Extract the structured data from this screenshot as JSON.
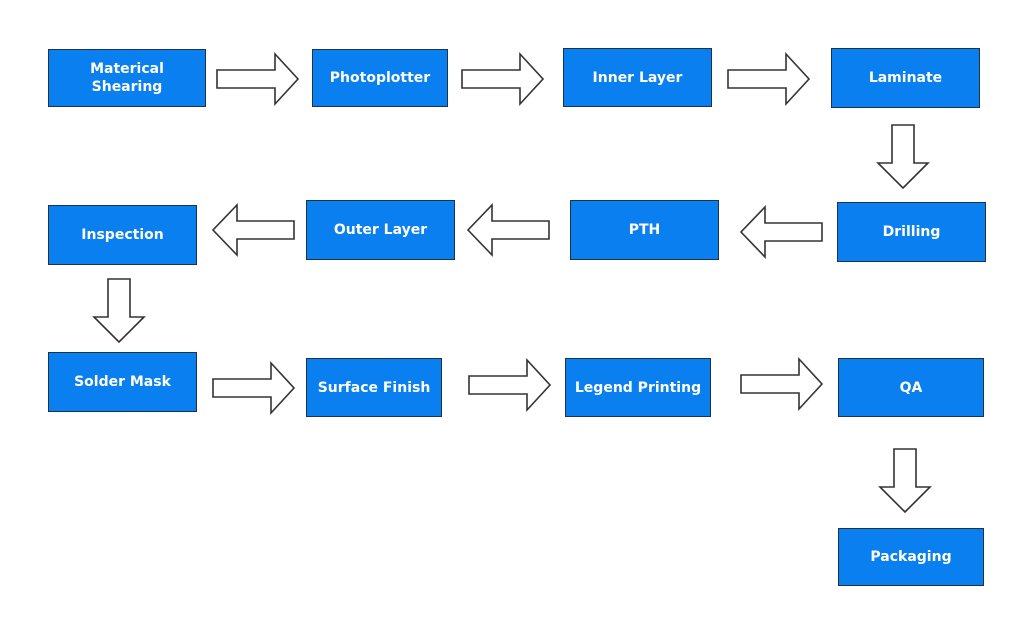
{
  "diagram": {
    "steps": {
      "material_shearing": "Materical\nShearing",
      "photoplotter": "Photoplotter",
      "inner_layer": "Inner Layer",
      "laminate": "Laminate",
      "drilling": "Drilling",
      "pth": "PTH",
      "outer_layer": "Outer Layer",
      "inspection": "Inspection",
      "solder_mask": "Solder Mask",
      "surface_finish": "Surface Finish",
      "legend_printing": "Legend Printing",
      "qa": "QA",
      "packaging": "Packaging"
    },
    "colors": {
      "box_fill": "#0a7ff0",
      "box_border": "#1f3348",
      "box_text": "#ffffff",
      "arrow_fill": "#ffffff",
      "arrow_stroke": "#333333"
    }
  }
}
